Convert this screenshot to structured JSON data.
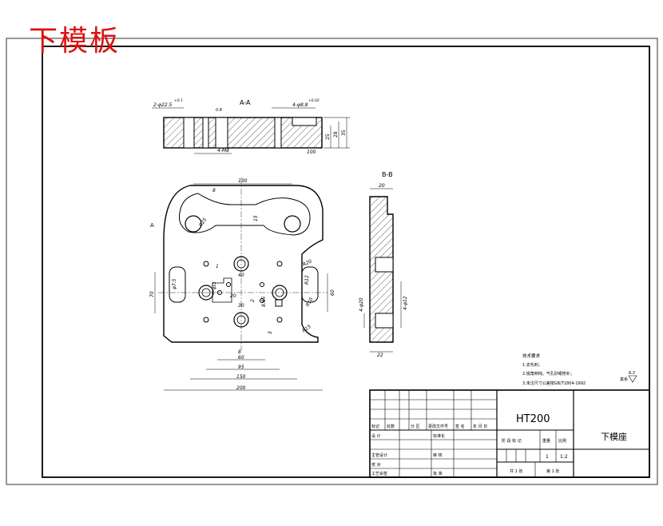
{
  "page_title": "下模板",
  "views": {
    "section_aa": "A-A",
    "section_bb": "B-B",
    "section_mark": "A"
  },
  "dims_aa": {
    "d1": "2-φ22.5",
    "d1_tol": "+0.1",
    "d2": "4-φ8.8",
    "d2_tol": "+0.02",
    "rough": "0.8",
    "d3": "4-M8",
    "d4": "100",
    "h1": "25",
    "h2": "35",
    "h3": "28"
  },
  "dims_plan": {
    "w130": "130",
    "w200": "200",
    "w150": "150",
    "w95": "95",
    "w60": "60",
    "w40": "40",
    "h70": "70",
    "r25": "R25",
    "r20": "R20",
    "r10": "R10",
    "r12": "R12",
    "r15": "R15",
    "n8": "8",
    "n15": "15",
    "n2": "2",
    "n3": "3",
    "n30": "30",
    "n20": "20",
    "d12": "φ12",
    "d7": "φ7.5",
    "d85": "8.85",
    "t1": "1"
  },
  "dims_bb": {
    "w20": "20",
    "w22": "22",
    "h60": "60",
    "d20": "4-φ20",
    "d12": "4-φ12"
  },
  "notes": {
    "heading": "技术要求",
    "n1": "1.去毛刺；",
    "n2": "2.锐角倒钝，气孔砂眼修补；",
    "n3": "3.未注尺寸公差按GB/T1804-1992",
    "roughness": "6.3",
    "roughness_suffix": "其余"
  },
  "title_block": {
    "material": "HT200",
    "part_name": "下模座",
    "labels": {
      "mark": "标记",
      "count": "处数",
      "zone": "分 区",
      "change_doc": "更改文件号",
      "sign": "签 名",
      "date": "年 月 日",
      "design": "设 计",
      "standardize": "标准化",
      "chief_design": "主管设计",
      "review": "审 核",
      "check": "校 对",
      "process": "工艺会签",
      "approve": "批 准",
      "stage": "阶 段 标 记",
      "weight": "重量",
      "scale": "比例",
      "sheets_total": "共 1 张",
      "sheet_no": "第 1 张"
    },
    "qty": "1",
    "scale_value": "1:2"
  }
}
